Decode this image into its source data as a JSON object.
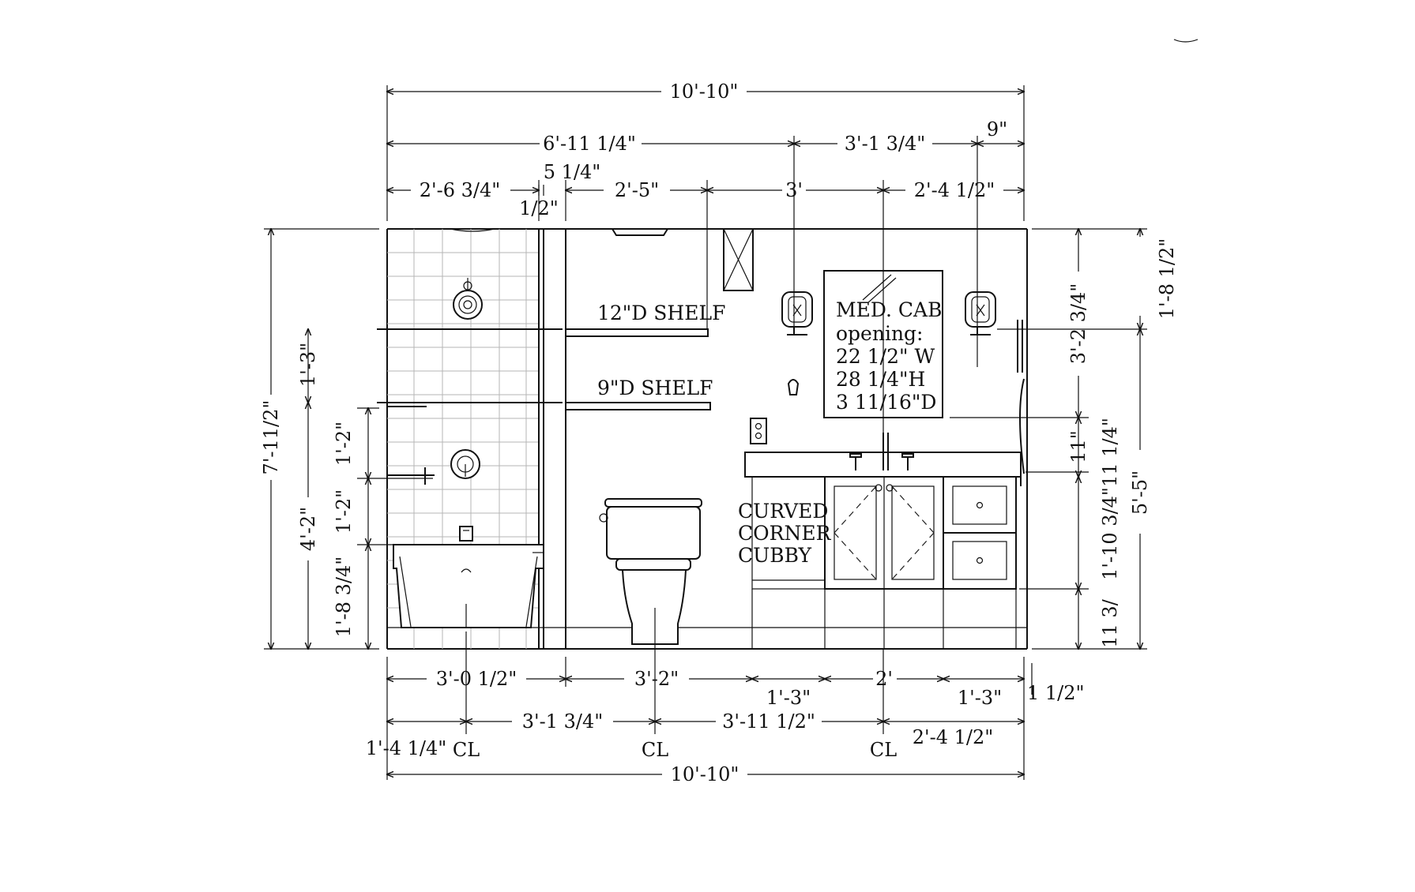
{
  "dimensions": {
    "top": [
      "10'-10\"",
      "6'-11 1/4\"",
      "3'-1 3/4\"",
      "9\"",
      "5 1/4\"",
      "2'-6 3/4\"",
      "1/2\"",
      "2'-5\"",
      "3'",
      "2'-4 1/2\""
    ],
    "bottom": [
      "3'-0 1/2\"",
      "3'-2\"",
      "2'",
      "1'-3\"",
      "1'-3\"",
      "1 1/2\"",
      "3'-1 3/4\"",
      "3'-11 1/2\"",
      "2'-4 1/2\"",
      "1'-4 1/4\"",
      "10'-10\""
    ],
    "left": [
      "7'-11/2\"",
      "4'-2\"",
      "1'-3\"",
      "1'-2\"",
      "1'-2\"",
      "1'-8 3/4\""
    ],
    "right": [
      "1'-8 1/2\"",
      "3'-2 3/4\"",
      "5'-5\"",
      "11\"",
      "1'-10 3/4\"",
      "11 1/4\"",
      "11 3/"
    ]
  },
  "centerline_symbol": "CL",
  "labels": {
    "shelf_12": "12\"D SHELF",
    "shelf_9": "9\"D SHELF",
    "med_cab": [
      "MED. CAB",
      "opening:",
      "22 1/2\" W",
      "28 1/4\"H",
      "3 11/16\"D"
    ],
    "cubby": [
      "CURVED",
      "CORNER",
      "CUBBY"
    ]
  }
}
